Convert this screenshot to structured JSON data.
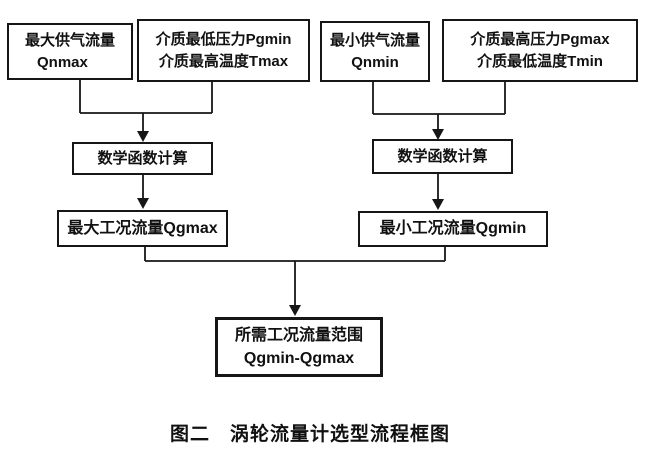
{
  "diagram": {
    "nodes": {
      "qnmax": {
        "line1": "最大供气流量",
        "line2": "Qnmax"
      },
      "pgmin_tmax": {
        "line1": "介质最低压力Pgmin",
        "line2": "介质最高温度Tmax"
      },
      "qnmin": {
        "line1": "最小供气流量",
        "line2": "Qnmin"
      },
      "pgmax_tmin": {
        "line1": "介质最高压力Pgmax",
        "line2": "介质最低温度Tmin"
      },
      "math_calc_left": {
        "label": "数学函数计算"
      },
      "math_calc_right": {
        "label": "数学函数计算"
      },
      "qgmax": {
        "label": "最大工况流量Qgmax"
      },
      "qgmin": {
        "label": "最小工况流量Qgmin"
      },
      "result": {
        "line1": "所需工况流量范围",
        "line2": "Qgmin-Qgmax"
      }
    },
    "caption": "图二　涡轮流量计选型流程框图",
    "colors": {
      "background": "#ffffff",
      "line": "#161616",
      "text": "#111111"
    }
  }
}
